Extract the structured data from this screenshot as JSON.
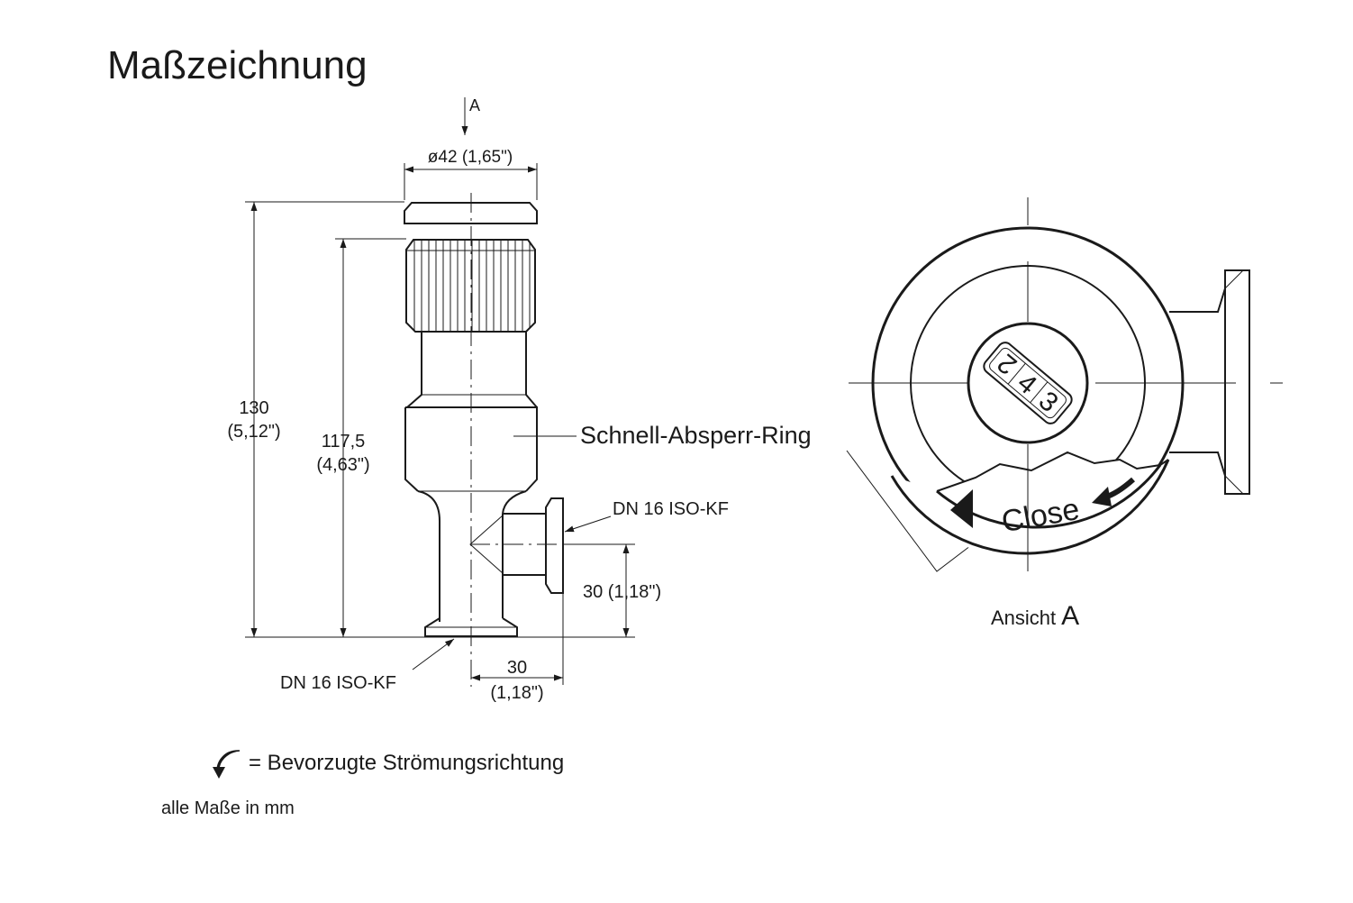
{
  "title": "Maßzeichnung",
  "view_marker": "A",
  "dimensions": {
    "diameter": "ø42 (1,65\")",
    "height_total_mm": "130",
    "height_total_in": "(5,12\")",
    "height_body_mm": "117,5",
    "height_body_in": "(4,63\")",
    "side_offset": "30 (1,18\")",
    "bottom_offset_mm": "30",
    "bottom_offset_in": "(1,18\")"
  },
  "labels": {
    "ring": "Schnell-Absperr-Ring",
    "flange_side": "DN 16 ISO-KF",
    "flange_bottom": "DN 16 ISO-KF"
  },
  "view_a": {
    "caption_word": "Ansicht",
    "caption_letter": "A",
    "digits": [
      "2",
      "4",
      "3"
    ],
    "close_label": "Close"
  },
  "legend": {
    "flow_icon": "curved-arrow-icon",
    "flow_text": "= Bevorzugte Strömungsrichtung",
    "units_note": "alle Maße in mm"
  }
}
